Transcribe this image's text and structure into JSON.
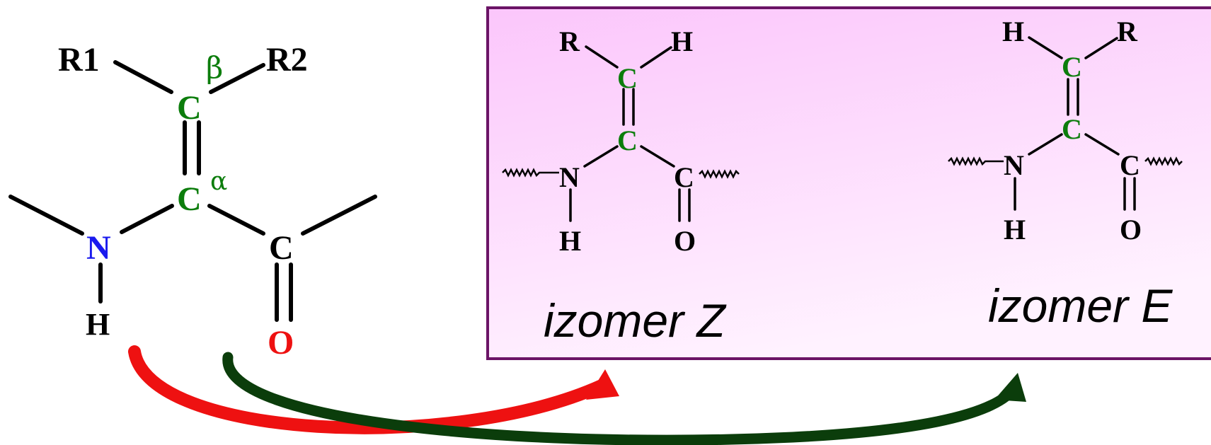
{
  "colors": {
    "black": "#000000",
    "green": "#0c7d0c",
    "blue": "#1a1aee",
    "red": "#ee1111",
    "dark_green": "#0b3d0b",
    "panel_border": "#6b1466",
    "panel_top": "#fbc6fb",
    "panel_bottom": "#fff4ff"
  },
  "main": {
    "r1": "R1",
    "r2": "R2",
    "c_beta": "C",
    "beta": "β",
    "c_alpha": "C",
    "alpha": "α",
    "n": "N",
    "h": "H",
    "c_carbonyl": "C",
    "o": "O"
  },
  "isomer_z": {
    "r": "R",
    "h_top": "H",
    "c_top": "C",
    "c_mid": "C",
    "n": "N",
    "h_bottom": "H",
    "c_carbonyl": "C",
    "o": "O",
    "caption": "izomer Z"
  },
  "isomer_e": {
    "h_top": "H",
    "r": "R",
    "c_top": "C",
    "c_mid": "C",
    "n": "N",
    "h_bottom": "H",
    "c_carbonyl": "C",
    "o": "O",
    "caption": "izomer E"
  }
}
